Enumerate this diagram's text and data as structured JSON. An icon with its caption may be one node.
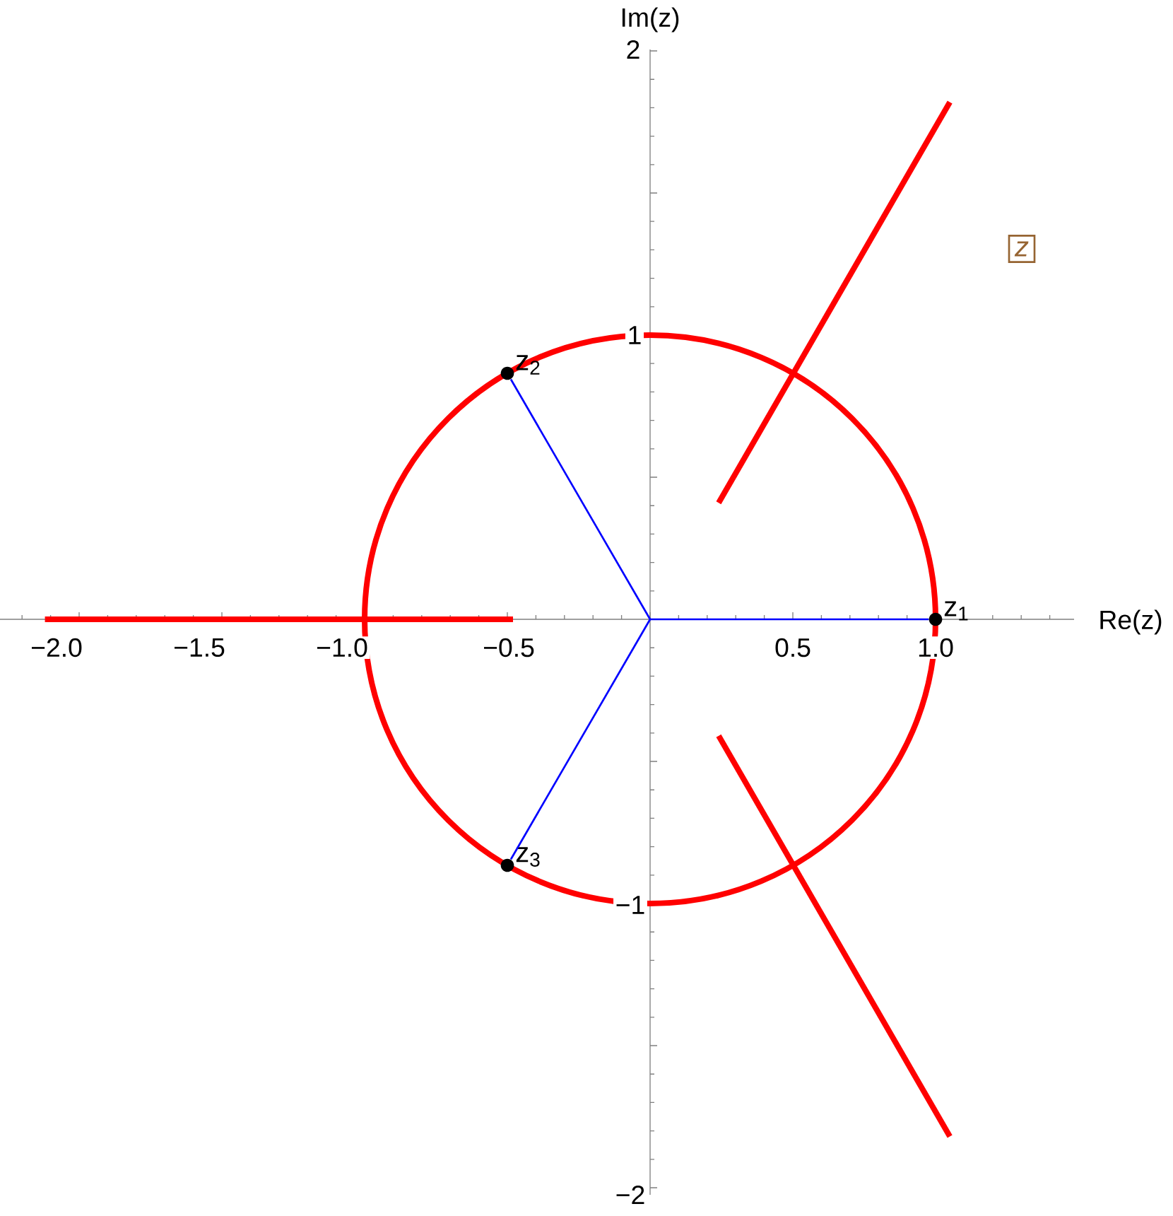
{
  "diagram": {
    "nodes": [
      {
        "text": [],
        "shape": "circle",
        "beside": [
          "z$_{1}$"
        ]
      },
      {
        "text": [],
        "shape": "circle",
        "beside": [
          "z$_{2}$"
        ]
      },
      {
        "text": [],
        "shape": "circle",
        "beside": [
          "z$_{3}$"
        ]
      }
    ],
    "edges": [
      {
        "from": null,
        "to": 0,
        "arrow": "none"
      },
      {
        "from": null,
        "to": 1,
        "arrow": "none"
      },
      {
        "from": null,
        "to": 2,
        "arrow": "none"
      }
    ],
    "labels": [
      "Im(z)",
      "2",
      "z",
      "1",
      "Re(z)",
      "−2.0",
      "−1.5",
      "−1.0",
      "−0.5",
      "0.5",
      "1.0",
      "−1",
      "−2"
    ]
  }
}
